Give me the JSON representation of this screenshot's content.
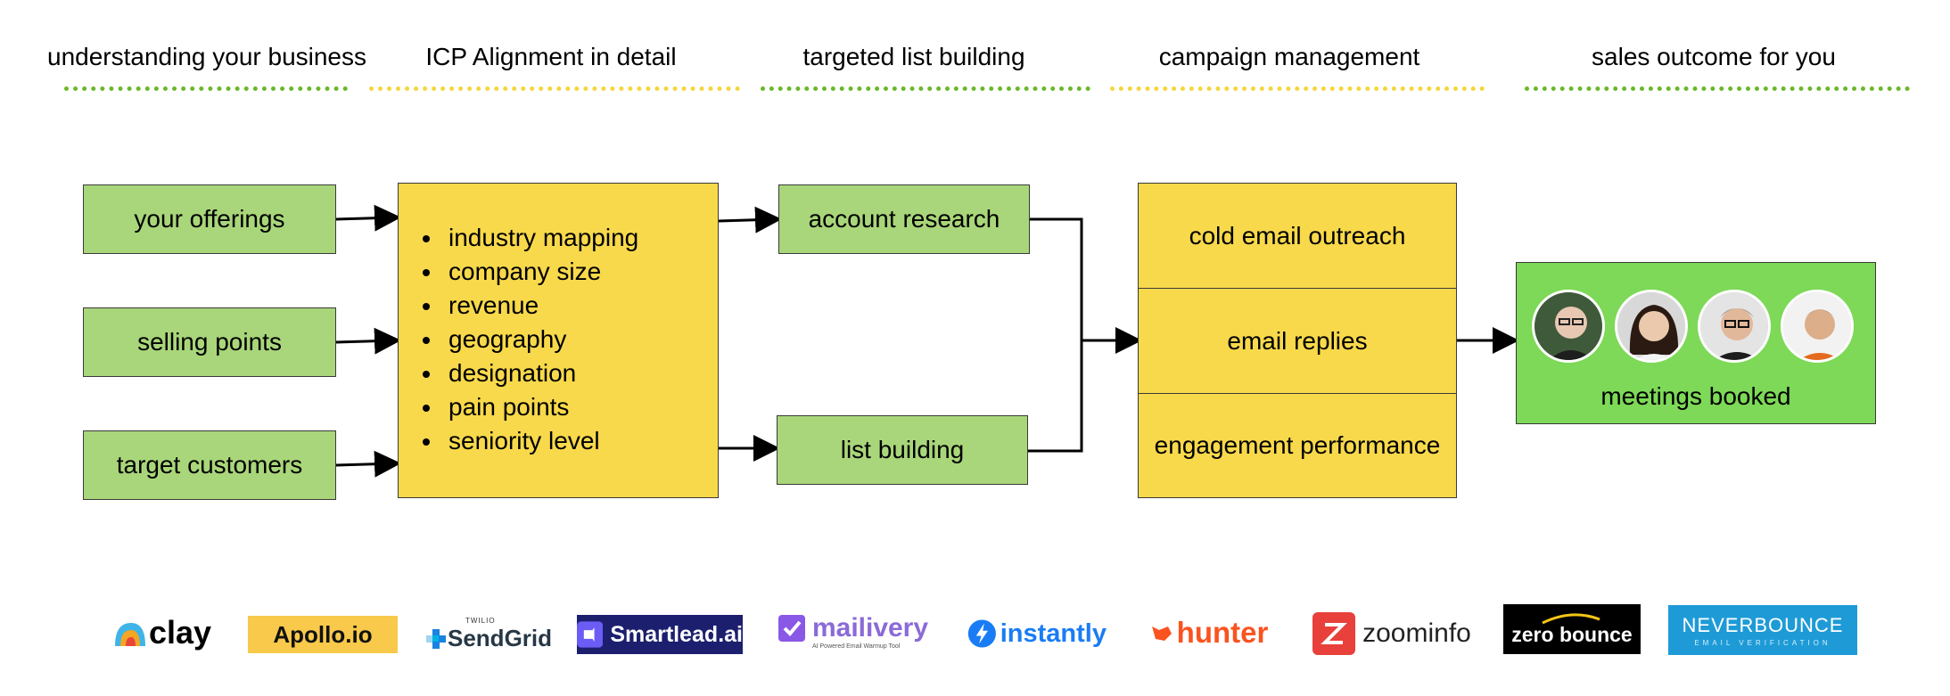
{
  "stages": [
    {
      "label": "understanding your business",
      "dot_color": "#6ab82a"
    },
    {
      "label": "ICP Alignment in detail",
      "dot_color": "#f5d63c"
    },
    {
      "label": "targeted list building",
      "dot_color": "#6ab82a"
    },
    {
      "label": "campaign management",
      "dot_color": "#f5d63c"
    },
    {
      "label": "sales outcome for you",
      "dot_color": "#6ab82a"
    }
  ],
  "inputs": {
    "offerings": "your offerings",
    "selling_points": "selling points",
    "target_customers": "target customers"
  },
  "icp_items": [
    "industry mapping",
    "company size",
    "revenue",
    "geography",
    "designation",
    "pain points",
    "seniority level"
  ],
  "list_building": {
    "account_research": "account research",
    "list_building": "list building"
  },
  "campaign": {
    "cold_email": "cold email outreach",
    "email_replies": "email replies",
    "engagement": "engagement performance"
  },
  "outcome": {
    "label": "meetings booked"
  },
  "logos": {
    "clay": "clay",
    "apollo": "Apollo.io",
    "sendgrid_top": "TWILIO",
    "sendgrid": "SendGrid",
    "smartlead": "Smartlead.ai",
    "mailivery": "mailivery",
    "mailivery_tag": "AI Powered Email Warmup Tool",
    "instantly": "instantly",
    "hunter": "hunter",
    "zoominfo": "zoominfo",
    "zerobounce": "zero bounce",
    "neverbounce": "NEVERBOUNCE",
    "neverbounce_tag": "EMAIL VERIFICATION"
  },
  "colors": {
    "box_green": "#a9d67a",
    "box_yellow": "#f8d94b",
    "outcome_green": "#7dd957"
  }
}
